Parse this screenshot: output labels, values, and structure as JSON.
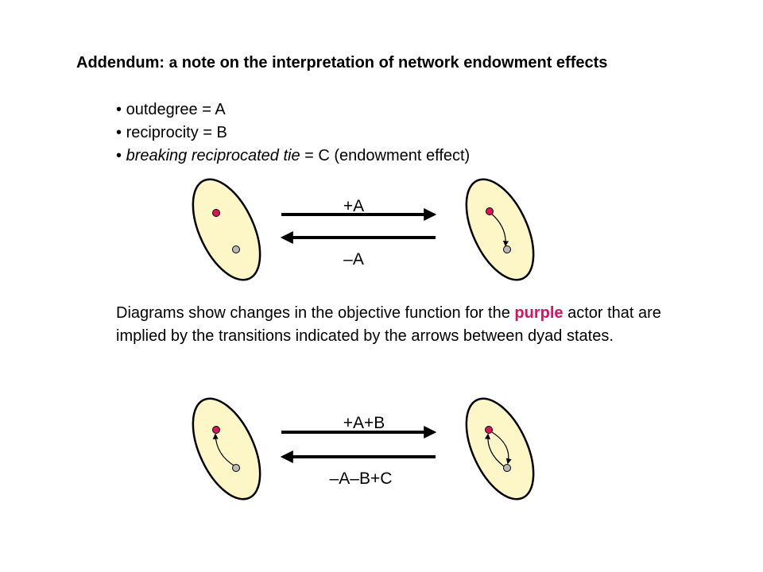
{
  "title": {
    "part1": "Addendum: ",
    "part2": "a",
    "part3": " note on the interpretation of network endowment effects"
  },
  "bullets": [
    {
      "bullet": "•",
      "text": "outdegree = A"
    },
    {
      "bullet": "•",
      "text": "reciprocity = B"
    },
    {
      "bullet": "•",
      "italic": "breaking reciprocated tie",
      "rest": " = C  (endowment effect)"
    }
  ],
  "paragraph": {
    "before": "Diagrams show changes in the objective function for the ",
    "highlight": "purple",
    "after": " actor that are implied by the transitions indicated by the arrows between dyad states."
  },
  "diagram1": {
    "forward_label": "+A",
    "backward_label": "–A"
  },
  "diagram2": {
    "forward_label": "+A+B",
    "backward_label": "–A–B+C"
  },
  "colors": {
    "ellipse_fill": "#fdf7c8",
    "purple_actor": "#e0105c",
    "other_actor": "#b8b8b8"
  }
}
